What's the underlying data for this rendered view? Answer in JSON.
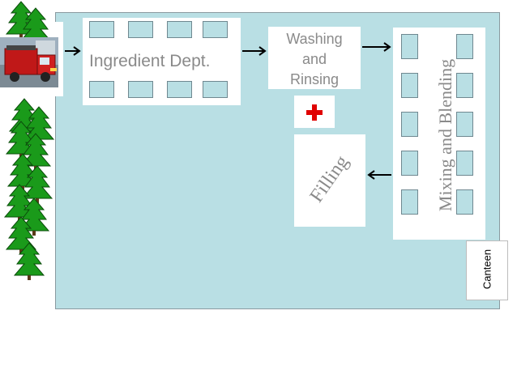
{
  "rooms": {
    "ingredient": "Ingredient Dept.",
    "washing": "Washing and Rinsing",
    "mixing": "Mixing and Blending",
    "filling": "Filling",
    "canteen": "Canteen"
  },
  "icons": {
    "first_aid": "red-cross-icon",
    "vehicle": "fire-truck-icon",
    "trees": "pine-tree-icon"
  },
  "colors": {
    "plant_floor": "#b9dfe4",
    "tree_green": "#1a9a1a",
    "cross_red": "#e00000"
  }
}
